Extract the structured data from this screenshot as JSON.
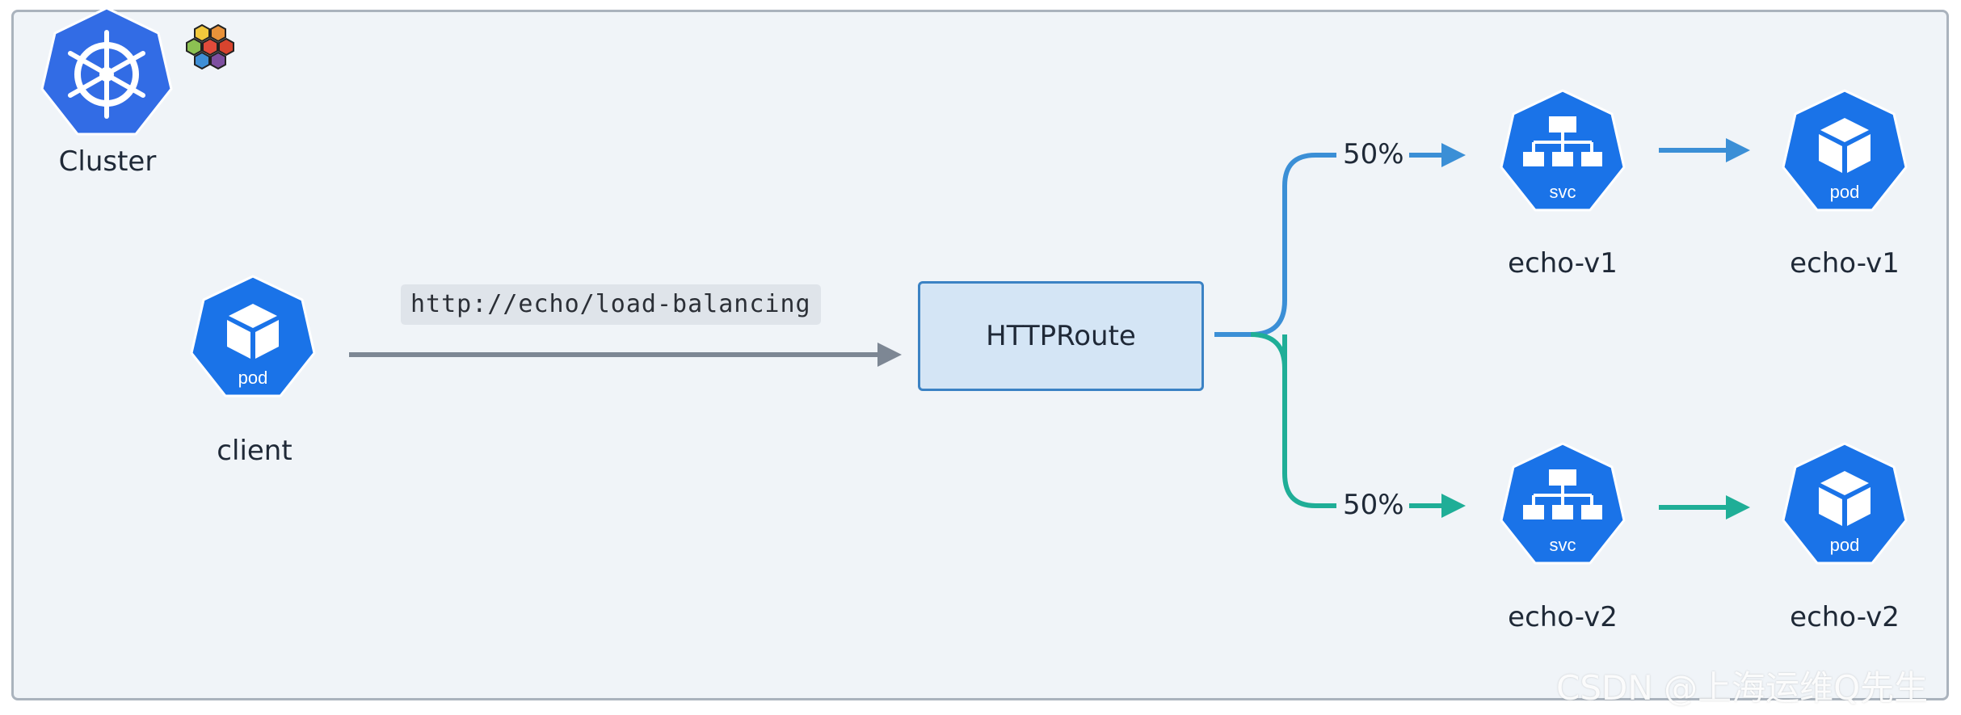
{
  "cluster": {
    "label": "Cluster",
    "icon": "kubernetes-helm-icon",
    "badge_icon": "honeycomb-logo-icon"
  },
  "client": {
    "label": "client",
    "icon_text": "pod"
  },
  "request": {
    "url": "http://echo/load-balancing"
  },
  "route": {
    "label": "HTTPRoute"
  },
  "branches": [
    {
      "weight": "50%",
      "svc_label": "echo-v1",
      "svc_icon_text": "svc",
      "pod_label": "echo-v1",
      "pod_icon_text": "pod",
      "color": "#3b8fd6"
    },
    {
      "weight": "50%",
      "svc_label": "echo-v2",
      "svc_icon_text": "svc",
      "pod_label": "echo-v2",
      "pod_icon_text": "pod",
      "color": "#1fae97"
    }
  ],
  "colors": {
    "k8s_blue": "#326ce5",
    "node_blue": "#1a73e8",
    "client_arrow": "#7d8794"
  },
  "watermark": "CSDN @上海运维Q先生"
}
